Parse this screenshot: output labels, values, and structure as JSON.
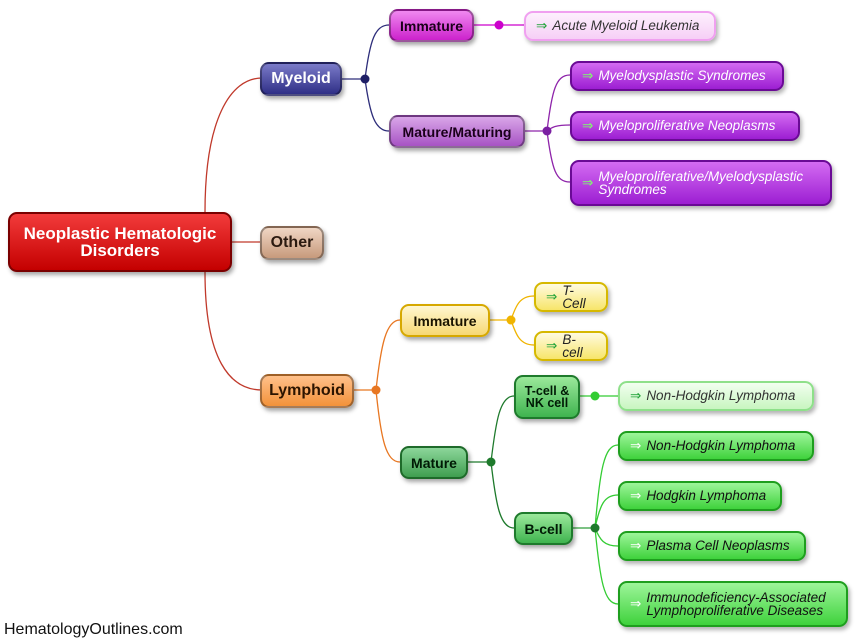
{
  "root": {
    "label": "Neoplastic Hematologic Disorders",
    "color": "#d90000"
  },
  "branches": {
    "myeloid": {
      "label": "Myeloid",
      "color": "#3a3a8c"
    },
    "other": {
      "label": "Other",
      "color": "#8b5a3c"
    },
    "lymphoid": {
      "label": "Lymphoid",
      "color": "#e87722"
    }
  },
  "myeloid": {
    "immature": {
      "label": "Immature",
      "color": "#cc00cc"
    },
    "mature": {
      "label": "Mature/Maturing",
      "color": "#9b2cb3"
    },
    "leaves": {
      "aml": "Acute Myeloid Leukemia",
      "mds": "Myelodysplastic Syndromes",
      "mpn": "Myeloproliferative Neoplasms",
      "mdsmpn_1": "Myeloproliferative/Myelodysplastic",
      "mdsmpn_2": "Syndromes"
    }
  },
  "lymphoid": {
    "immature": {
      "label": "Immature",
      "color": "#f0b400"
    },
    "mature": {
      "label": "Mature",
      "color": "#2e8b3a"
    },
    "tnk_1": "T-cell &",
    "tnk_2": "NK cell",
    "bcell": "B-cell",
    "leaves": {
      "tcell": "T-Cell",
      "bcell_imm": "B-cell",
      "nhl_t": "Non-Hodgkin Lymphoma",
      "nhl_b": "Non-Hodgkin Lymphoma",
      "hodgkin": "Hodgkin Lymphoma",
      "plasma": "Plasma Cell Neoplasms",
      "immuno_1": "Immunodeficiency-Associated",
      "immuno_2": "Lymphoproliferative Diseases"
    }
  },
  "arrow_glyph": "⇒",
  "footer": "HematologyOutlines.com"
}
